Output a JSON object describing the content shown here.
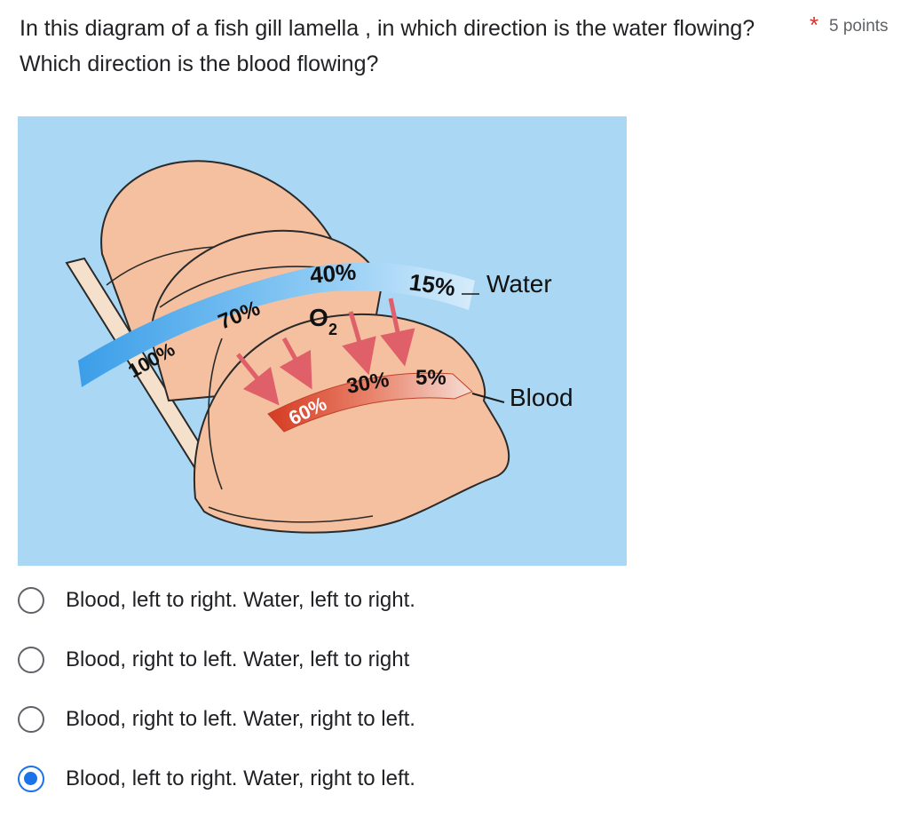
{
  "question": {
    "title": "In this diagram of a fish gill lamella , in which direction is the water flowing? Which direction is the blood flowing?",
    "required_marker": "*",
    "points": "5 points"
  },
  "figure": {
    "water_percentages": [
      "100%",
      "70%",
      "40%",
      "15%"
    ],
    "blood_percentages": [
      "60%",
      "30%",
      "5%"
    ],
    "oxygen_label": "O",
    "oxygen_subscript": "2",
    "water_label": "Water",
    "blood_label": "Blood",
    "colors": {
      "background": "#aad8f4",
      "tissue": "#f5c09f",
      "water_band": "#4aa6ec",
      "blood_band": "#e8583f",
      "arrow": "#e0606a"
    }
  },
  "options": [
    {
      "label": "Blood, left to right. Water, left to right.",
      "selected": false
    },
    {
      "label": "Blood, right to left. Water, left to right",
      "selected": false
    },
    {
      "label": "Blood, right to left. Water, right to left.",
      "selected": false
    },
    {
      "label": "Blood, left to right. Water, right to left.",
      "selected": true
    }
  ]
}
